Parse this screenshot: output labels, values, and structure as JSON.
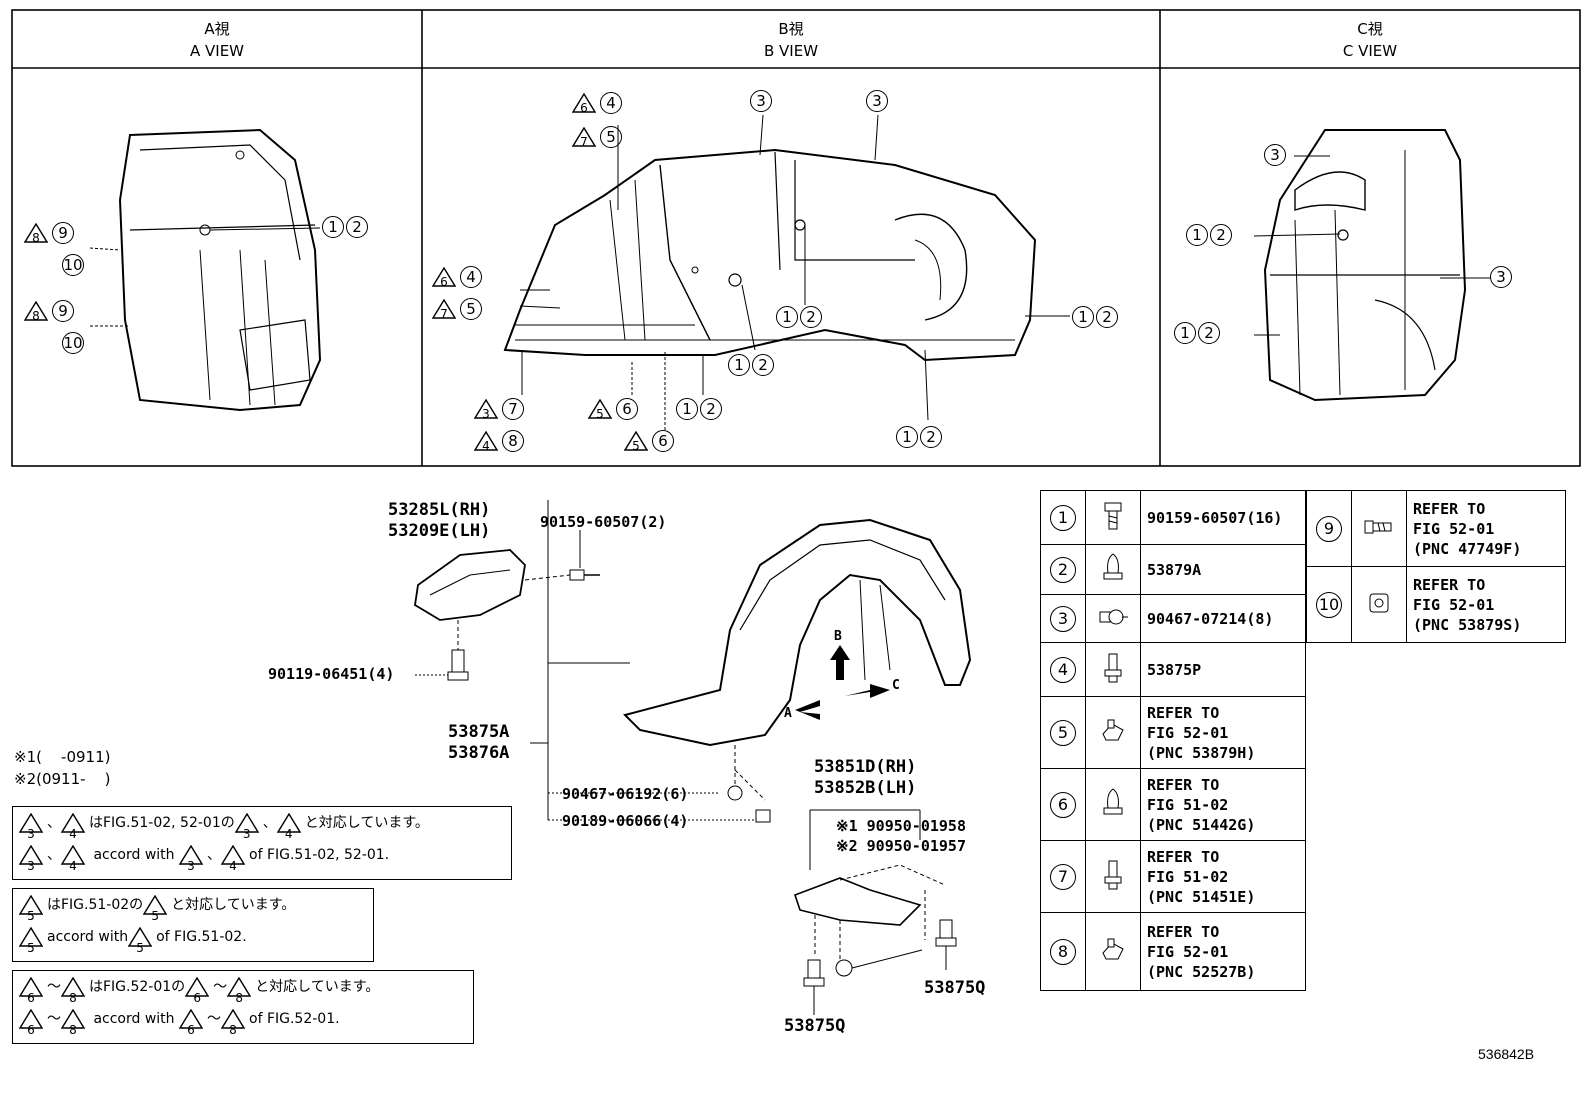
{
  "views": [
    {
      "jp": "A視",
      "en": "A VIEW"
    },
    {
      "jp": "B視",
      "en": "B VIEW"
    },
    {
      "jp": "C視",
      "en": "C VIEW"
    }
  ],
  "callouts": {
    "n1": "1",
    "n2": "2",
    "n3": "3",
    "n4": "4",
    "n5": "5",
    "n6": "6",
    "n7": "7",
    "n8": "8",
    "n9": "9",
    "n10": "10",
    "t3": "3",
    "t4": "4",
    "t5": "5",
    "t6": "6",
    "t7": "7",
    "t8": "8"
  },
  "arrows": {
    "a": "A",
    "b": "B",
    "c": "C"
  },
  "parts": {
    "bracket_rh": "53285L(RH)",
    "bracket_lh": "53209E(LH)",
    "screw_top": "90159-60507(2)",
    "bolt_90119": "90119-06451(4)",
    "liner_a": "53875A",
    "liner_b": "53876A",
    "clip_90467": "90467-06192(6)",
    "nut_90189": "90189-06066(4)",
    "seal_rh": "53851D(RH)",
    "seal_lh": "53852B(LH)",
    "note1_part": "※1 90950-01958",
    "note2_part": "※2 90950-01957",
    "screw_q1": "53875Q",
    "screw_q2": "53875Q"
  },
  "date_notes": {
    "line1": "※1(    -0911)",
    "line2": "※2(0911-    )"
  },
  "notes": [
    {
      "jp": "はFIG.51-02, 52-01の",
      "jp_end": "と対応しています。",
      "en": "accord with",
      "en_end": "of FIG.51-02, 52-01."
    },
    {
      "jp": "はFIG.51-02の",
      "jp_end": "と対応しています。",
      "en": "accord with",
      "en_end": "of FIG.51-02."
    },
    {
      "jp": "はFIG.52-01の",
      "jp_end": "と対応しています。",
      "en": "accord with",
      "en_end": "of FIG.52-01."
    }
  ],
  "note_symbols": {
    "comma": "、",
    "tilde": "～"
  },
  "legend_left": [
    {
      "num": "1",
      "text": [
        "90159-60507(16)"
      ],
      "icon": "bolt-icon"
    },
    {
      "num": "2",
      "text": [
        "53879A"
      ],
      "icon": "push-clip-icon"
    },
    {
      "num": "3",
      "text": [
        "90467-07214(8)"
      ],
      "icon": "clip-icon"
    },
    {
      "num": "4",
      "text": [
        "53875P"
      ],
      "icon": "screw-icon"
    },
    {
      "num": "5",
      "text": [
        "REFER TO",
        "FIG 52-01",
        "(PNC 53879H)"
      ],
      "icon": "clip-nut-icon"
    },
    {
      "num": "6",
      "text": [
        "REFER TO",
        "FIG 51-02",
        "(PNC 51442G)"
      ],
      "icon": "push-clip-icon"
    },
    {
      "num": "7",
      "text": [
        "REFER TO",
        "FIG 51-02",
        "(PNC 51451E)"
      ],
      "icon": "screw-icon"
    },
    {
      "num": "8",
      "text": [
        "REFER TO",
        "FIG 52-01",
        "(PNC 52527B)"
      ],
      "icon": "clip-nut-icon"
    }
  ],
  "legend_right": [
    {
      "num": "9",
      "text": [
        "REFER TO",
        "FIG 52-01",
        "(PNC 47749F)"
      ],
      "icon": "bolt-side-icon"
    },
    {
      "num": "10",
      "text": [
        "REFER TO",
        "FIG 52-01",
        "(PNC 53879S)"
      ],
      "icon": "nut-clip-icon"
    }
  ],
  "figure_id": "536842B"
}
